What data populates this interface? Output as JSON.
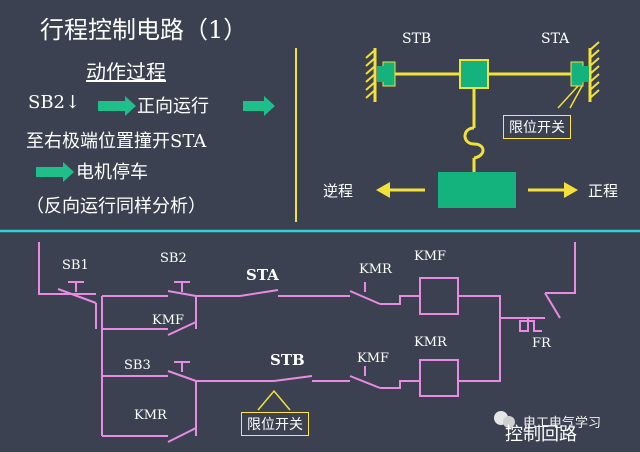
{
  "slide": {
    "title": "行程控制电路（1）",
    "process_title": "动作过程",
    "step1_key": "SB2↓",
    "step1_text": "正向运行",
    "step2_text": "至右极端位置撞开STA",
    "step3_text": "电机停车",
    "step4_text": "（反向运行同样分析）"
  },
  "mechanism": {
    "label_stb": "STB",
    "label_sta": "STA",
    "limit_label": "限位开关",
    "reverse_label": "逆程",
    "forward_label": "正程"
  },
  "circuit": {
    "sb1": "SB1",
    "sb2": "SB2",
    "sb3": "SB3",
    "kmf_hold": "KMF",
    "kmr_hold": "KMR",
    "sta": "STA",
    "stb": "STB",
    "kmr_interlock": "KMR",
    "kmf_interlock": "KMF",
    "kmf_coil": "KMF",
    "kmr_coil": "KMR",
    "fr": "FR",
    "limit_label": "限位开关",
    "footer": "控制回路"
  },
  "watermark": {
    "text": "电工电气学习"
  },
  "colors": {
    "background": "#3b4150",
    "circuit_wire": "#e98ae3",
    "mechanism": "#14b37d",
    "accent_line": "#f2e13a",
    "divider": "#2fd1d6"
  }
}
